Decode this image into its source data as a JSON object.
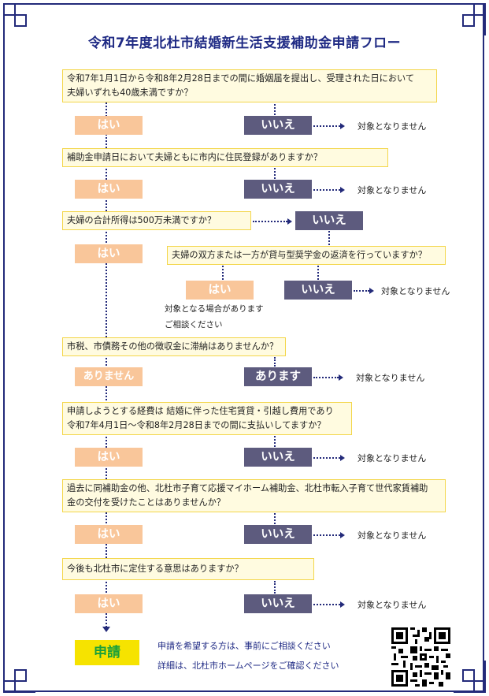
{
  "title": "令和7年度北杜市結婚新生活支援補助金申請フロー",
  "labels": {
    "yes": "はい",
    "no": "いいえ",
    "not_eligible": "対象となりません",
    "arimasen": "ありません",
    "arimasu": "あります",
    "apply": "申請"
  },
  "questions": {
    "q1_l1": "令和7年1月1日から令和8年2月28日までの間に婚姻届を提出し、受理された日において",
    "q1_l2": "夫婦いずれも40歳未満ですか？",
    "q2": "補助金申請日において夫婦ともに市内に住民登録がありますか？",
    "q3": "夫婦の合計所得は500万未満ですか？",
    "q3b": "夫婦の双方または一方が貸与型奨学金の返済を行っていますか？",
    "q4": "市税、市債務その他の徴収金に滞納はありませんか？",
    "q5_l1": "申請しようとする経費は 結婚に伴った住宅賃貸・引越し費用であり",
    "q5_l2": "令和7年4月1日～令和8年2月28日までの間に支払いしてますか？",
    "q6_l1": "過去に同補助金の他、北杜市子育て応援マイホーム補助金、北杜市転入子育て世代家賃補助",
    "q6_l2": "金の交付を受けたことはありませんか？",
    "q7": "今後も北杜市に定住する意思はありますか？"
  },
  "notes": {
    "possible_l1": "対象となる場合があります",
    "possible_l2": "ご相談ください"
  },
  "footer": {
    "line1": "申請を希望する方は、事前にご相談ください",
    "line2": "詳細は、北杜市ホームページをご確認ください"
  },
  "colors": {
    "frame": "#232a7a",
    "question_fill": "#fffbe0",
    "question_border": "#f3d64a",
    "yes_fill": "#f9c69a",
    "no_fill": "#5d5b7e",
    "apply_fill": "#f6e300",
    "apply_text": "#1aa03a"
  },
  "icons": [
    "corner-ornament-icon",
    "arrow-right-icon",
    "arrow-down-icon",
    "qr-code-icon"
  ]
}
